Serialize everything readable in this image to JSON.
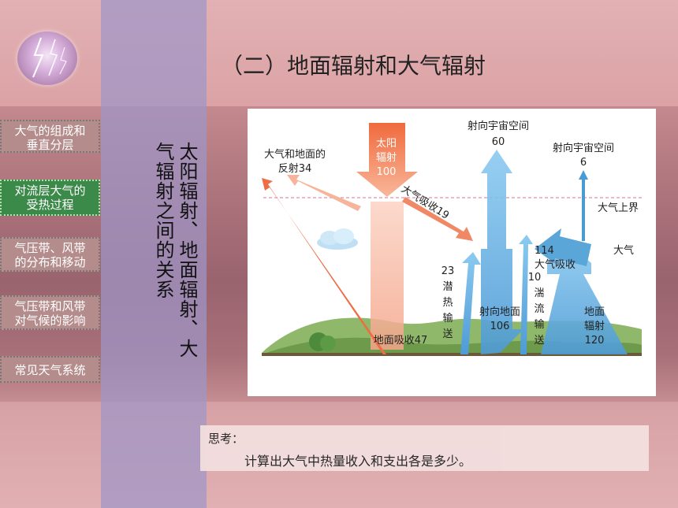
{
  "title": "（二）地面辐射和大气辐射",
  "nav": [
    {
      "line1": "大气的组成和",
      "line2": "垂直分层",
      "active": false
    },
    {
      "line1": "对流层大气的",
      "line2": "受热过程",
      "active": true
    },
    {
      "line1": "气压带、风带",
      "line2": "的分布和移动",
      "active": false
    },
    {
      "line1": "气压带和风带",
      "line2": "对气候的影响",
      "active": false
    },
    {
      "line1": "常见天气系统",
      "line2": "",
      "active": false
    }
  ],
  "vertical_title": "太阳辐射、地面辐射、大气辐射之间的关系",
  "diagram": {
    "solar_a": "太阳",
    "solar_b": "辐射",
    "solar_c": "100",
    "reflect_a": "大气和地面的",
    "reflect_b": "反射34",
    "space60_a": "射向宇宙空间",
    "space60_b": "60",
    "space6_a": "射向宇宙空间",
    "space6_b": "6",
    "atm_absorb19": "大气吸收19",
    "upper_atm": "大气上界",
    "atmosphere": "大气",
    "absorb114_a": "114",
    "absorb114_b": "大气吸收",
    "latent_num": "23",
    "latent_text": "潜热输送",
    "turb_num": "10",
    "turb_text": "湍流输送",
    "to_ground_a": "射向地面",
    "to_ground_b": "106",
    "ground_rad_a": "地面",
    "ground_rad_b": "辐射",
    "ground_rad_c": "120",
    "ground_absorb": "地面吸收47"
  },
  "think": {
    "label": "思考：",
    "text": "计算出大气中热量收入和支出各是多少。"
  },
  "colors": {
    "accent_nav": "#3c8a4a",
    "arrow_red": "#e8502e",
    "arrow_blue": "#5aa6d8"
  }
}
